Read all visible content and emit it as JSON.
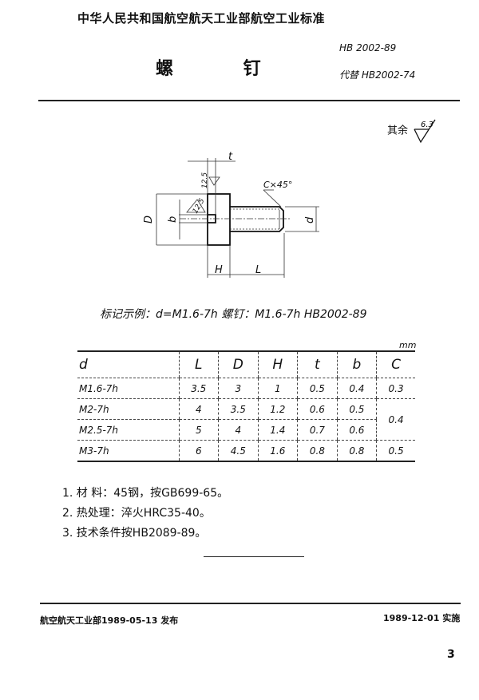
{
  "header": {
    "organization": "中华人民共和国航空航天工业部航空工业标准",
    "title": "螺  钉",
    "standard_code": "HB 2002-89",
    "replaces": "代替 HB2002-74"
  },
  "roughness": {
    "label": "其余",
    "value": "6.3"
  },
  "drawing": {
    "labels": {
      "t": "t",
      "chamfer": "C×45°",
      "D": "D",
      "b": "b",
      "d": "d",
      "H": "H",
      "L": "L",
      "rough_head": "12.5",
      "rough_slot": "12.5"
    }
  },
  "marking_example": "标记示例：d=M1.6-7h 螺钉：M1.6-7h HB2002-89",
  "table": {
    "unit": "mm",
    "columns": [
      "d",
      "L",
      "D",
      "H",
      "t",
      "b",
      "C"
    ],
    "rows": [
      [
        "M1.6-7h",
        "3.5",
        "3",
        "1",
        "0.5",
        "0.4",
        "0.3"
      ],
      [
        "M2-7h",
        "4",
        "3.5",
        "1.2",
        "0.6",
        "0.5",
        "0.4"
      ],
      [
        "M2.5-7h",
        "5",
        "4",
        "1.4",
        "0.7",
        "0.6",
        ""
      ],
      [
        "M3-7h",
        "6",
        "4.5",
        "1.6",
        "0.8",
        "0.8",
        "0.5"
      ]
    ]
  },
  "notes": [
    "1. 材  料：45钢，按GB699-65。",
    "2. 热处理：淬火HRC35-40。",
    "3. 技术条件按HB2089-89。"
  ],
  "footer": {
    "issued": "航空航天工业部1989-05-13  发布",
    "effective": "1989-12-01  实施"
  },
  "page_number": "3"
}
